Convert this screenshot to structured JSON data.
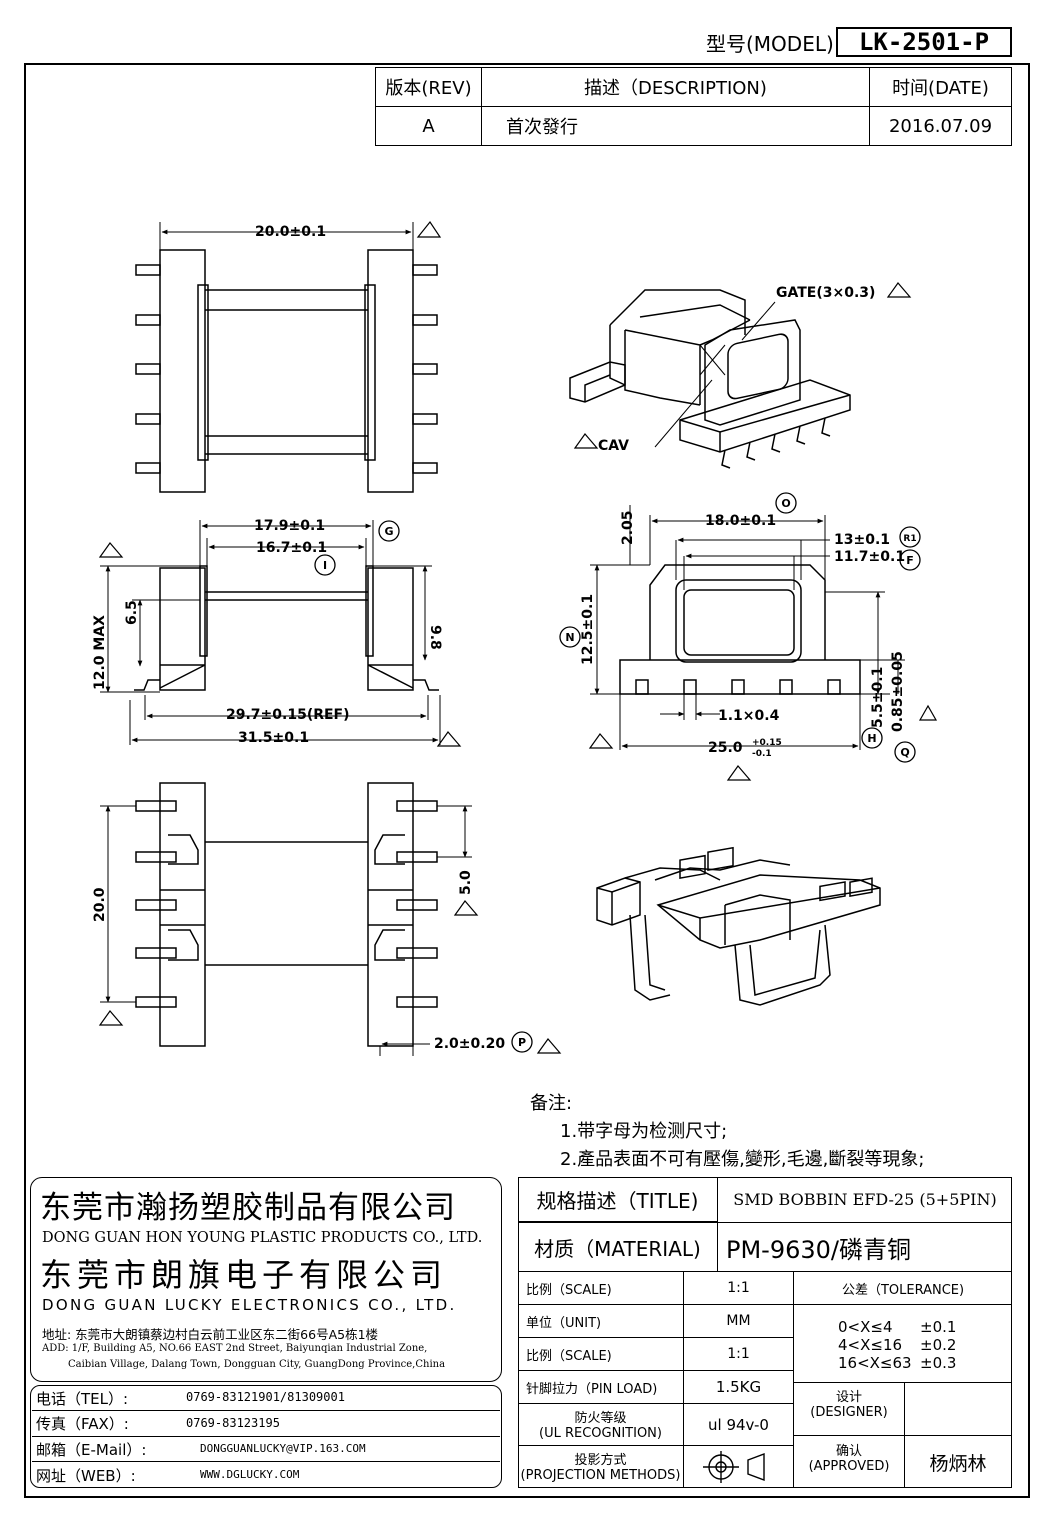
{
  "header": {
    "model_label": "型号(MODEL)",
    "model_value": "LK-2501-P"
  },
  "revision": {
    "col_rev": "版本(REV)",
    "col_desc": "描述（DESCRIPTION)",
    "col_date": "时间(DATE)",
    "rows": [
      {
        "rev": "A",
        "desc": "首次發行",
        "date": "2016.07.09"
      }
    ]
  },
  "dimensions": {
    "top_width": "20.0±0.1",
    "g_outer": "17.9±0.1",
    "g_inner": "16.7±0.1",
    "height_max": "12.0 MAX",
    "dim_6_5": "6.5",
    "dim_9_8": "9.8",
    "pin_span": "29.7±0.15(REF)",
    "overall_width": "31.5±0.1",
    "o_width": "18.0±0.1",
    "r1": "13±0.1",
    "f_dim": "11.7±0.1",
    "dim_2_05": "2.05",
    "n_height": "12.5±0.1",
    "slot": "1.1×0.4",
    "base_width": "25.0",
    "base_tol_plus": "+0.15",
    "base_tol_minus": "-0.1",
    "h_dim": "5.5±0.1",
    "q_dim": "0.85±0.05",
    "pin_height": "20.0",
    "pin_pitch": "5.0",
    "pin_pitch_p": "2.0±0.20",
    "gate": "GATE(3×0.3)",
    "cav": "CAV",
    "letters": [
      "G",
      "I",
      "O",
      "R1",
      "F",
      "N",
      "H",
      "Q",
      "P"
    ]
  },
  "notes": {
    "title": "备注:",
    "items": [
      "1.带字母为检测尺寸;",
      "2.產品表面不可有壓傷,變形,毛邊,斷裂等現象;"
    ]
  },
  "company": {
    "name_cn_1": "东莞市瀚扬塑胶制品有限公司",
    "name_en_1": "DONG GUAN HON YOUNG PLASTIC PRODUCTS CO., LTD.",
    "name_cn_2": "东莞市朗旗电子有限公司",
    "name_en_2": "DONG GUAN LUCKY ELECTRONICS CO., LTD.",
    "address_cn": "地址: 东莞市大朗镇蔡边村白云前工业区东二街66号A5栋1楼",
    "address_en_1": "ADD: 1/F, Building A5, NO.66 EAST 2nd Street, Baiyunqian Industrial Zone,",
    "address_en_2": "Caibian Village, Dalang Town, Dongguan City, GuangDong Province,China",
    "tel_label": "电话（TEL）:",
    "tel_value": "0769-83121901/81309001",
    "fax_label": "传真（FAX）:",
    "fax_value": "0769-83123195",
    "mail_label": "邮箱（E-Mail）:",
    "mail_value": "DONGGUANLUCKY@VIP.163.COM",
    "web_label": "网址（WEB）:",
    "web_value": "WWW.DGLUCKY.COM"
  },
  "titleblock": {
    "title_label": "规格描述（TITLE)",
    "title_value": "SMD BOBBIN EFD-25 (5+5PIN)",
    "material_label": "材质（MATERIAL)",
    "material_value": "PM-9630/磷青铜",
    "scale_label": "比例（SCALE)",
    "scale_value": "1:1",
    "unit_label": "单位（UNIT)",
    "unit_value": "MM",
    "scale2_label": "比例（SCALE)",
    "scale2_value": "1:1",
    "pinload_label": "针脚拉力（PIN LOAD)",
    "pinload_value": "1.5KG",
    "ul_label_1": "防火等级",
    "ul_label_2": "(UL RECOGNITION)",
    "ul_value": "ul 94v-0",
    "proj_label_1": "投影方式",
    "proj_label_2": "(PROJECTION METHODS)",
    "tolerance_label": "公差（TOLERANCE)",
    "tolerance_rows": [
      {
        "range": "0<X≤4",
        "tol": "±0.1"
      },
      {
        "range": "4<X≤16",
        "tol": "±0.2"
      },
      {
        "range": "16<X≤63",
        "tol": "±0.3"
      }
    ],
    "designer_label_1": "设计",
    "designer_label_2": "(DESIGNER)",
    "approved_label_1": "确认",
    "approved_label_2": "(APPROVED)",
    "approved_value": "杨炳林"
  }
}
